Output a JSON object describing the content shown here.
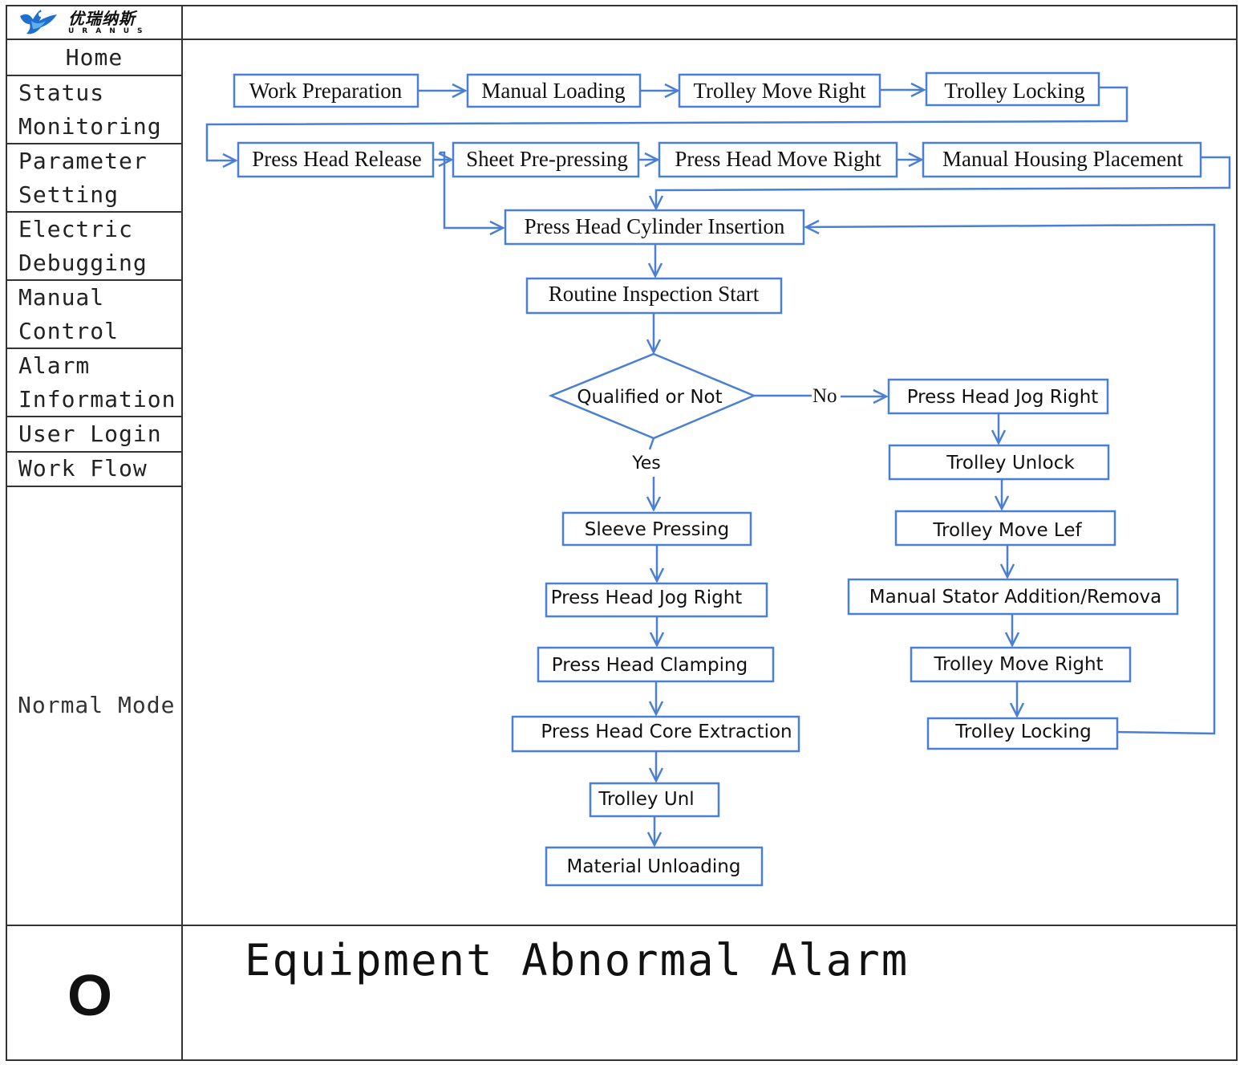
{
  "brand": {
    "name_cn": "优瑞纳斯",
    "name_en": "URANUS"
  },
  "menu": {
    "home": "Home",
    "status_1": "Status",
    "status_2": "Monitoring",
    "param_1": "Parameter",
    "param_2": "Setting",
    "elec_1": "Electric",
    "elec_2": "Debugging",
    "manual_1": "Manual",
    "manual_2": "Control",
    "alarm_1": "Alarm",
    "alarm_2": "Information",
    "login": "User Login",
    "workflow": "Work Flow"
  },
  "mode": "Normal  Mode",
  "status_indicator": "O",
  "alarm_message": "Equipment  Abnormal  Alarm",
  "flow": {
    "row1": [
      "Work Preparation",
      "Manual Loading",
      "Trolley Move Right",
      "Trolley Locking"
    ],
    "row2": [
      "Press Head Release",
      "Sheet Pre-pressing",
      "Press Head Move Right",
      "Manual Housing Placement"
    ],
    "cylinder": "Press Head Cylinder Insertion",
    "inspection": "Routine Inspection Start",
    "decision": "Qualified or Not",
    "no_label": "No",
    "yes_label": "Yes",
    "yes_branch": [
      "Sleeve Pressing",
      "Press Head Jog Right",
      "Press Head Clamping",
      "Press Head Core Extraction",
      "Trolley Unl",
      "Material Unloading"
    ],
    "no_branch": [
      "Press Head Jog Right",
      "Trolley Unlock",
      "Trolley Move Lef",
      "Manual Stator Addition/Remova",
      "Trolley Move Right",
      "Trolley Locking"
    ]
  },
  "colors": {
    "flow_blue": "#4a7fd4",
    "border": "#333333"
  }
}
